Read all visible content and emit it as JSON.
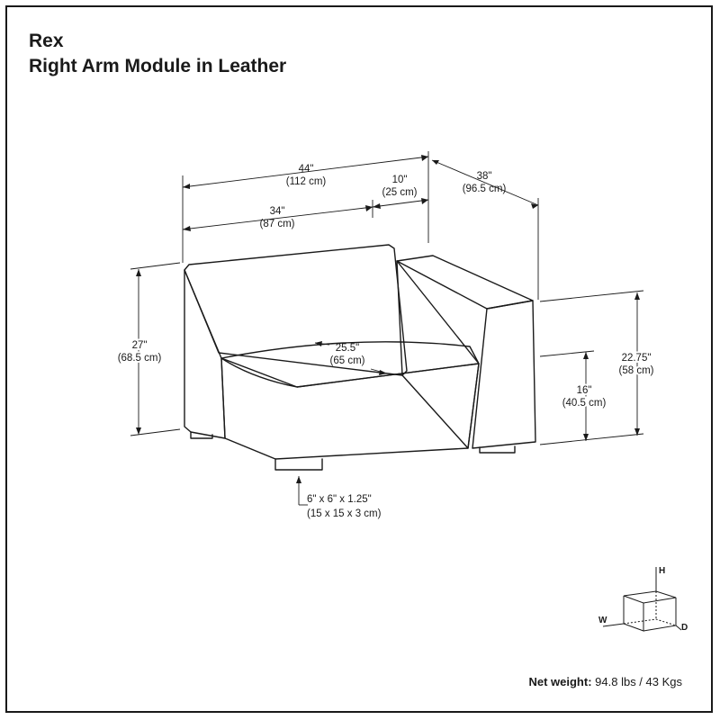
{
  "title": {
    "brand": "Rex",
    "product": "Right Arm Module in Leather"
  },
  "dimensions": {
    "overall_width": {
      "in": "44\"",
      "cm": "(112 cm)"
    },
    "arm_width": {
      "in": "10\"",
      "cm": "(25 cm)"
    },
    "seat_width": {
      "in": "34\"",
      "cm": "(87 cm)"
    },
    "depth": {
      "in": "38\"",
      "cm": "(96.5 cm)"
    },
    "height": {
      "in": "27\"",
      "cm": "(68.5 cm)"
    },
    "seat_depth": {
      "in": "25.5\"",
      "cm": "(65 cm)"
    },
    "arm_height": {
      "in": "22.75\"",
      "cm": "(58 cm)"
    },
    "seat_height": {
      "in": "16\"",
      "cm": "(40.5 cm)"
    },
    "leg": {
      "in": "6\" x 6\" x 1.25\"",
      "cm": "(15 x 15 x 3 cm)"
    }
  },
  "axes": {
    "h": "H",
    "w": "W",
    "d": "D"
  },
  "net_weight": {
    "label": "Net weight:",
    "value": "94.8 lbs / 43 Kgs"
  }
}
